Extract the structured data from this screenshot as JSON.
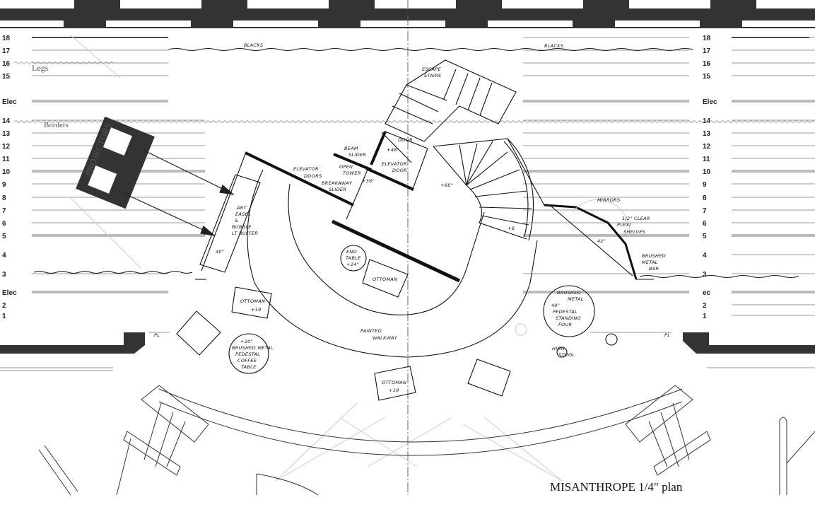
{
  "lineset_labels": {
    "left": [
      "18",
      "17",
      "16",
      "15",
      "Elec",
      "14",
      "13",
      "12",
      "11",
      "10",
      "9",
      "8",
      "7",
      "6",
      "5",
      "4",
      "3",
      "Elec",
      "2",
      "1"
    ],
    "right": [
      "18",
      "17",
      "16",
      "15",
      "Elec",
      "14",
      "13",
      "12",
      "11",
      "10",
      "9",
      "8",
      "7",
      "6",
      "5",
      "4",
      "3",
      "ec",
      "2",
      "1"
    ]
  },
  "drapery": {
    "blacks_left": "BLACKS",
    "blacks_right": "BLACKS",
    "legs": "Legs",
    "borders": "Borders"
  },
  "projectors": {
    "label": "PROJECTORS"
  },
  "notes": {
    "escape_stairs": [
      "ESCAPE",
      "STAIRS"
    ],
    "elevator_doors": [
      "ELEVATOR",
      "DOORS"
    ],
    "beam_slider": [
      "BEAM",
      "SLIDER"
    ],
    "plus48": "+48\"",
    "door": "DOOR",
    "elevator_door": [
      "ELEVATOR",
      "DOOR"
    ],
    "open_tower": [
      "OPEN",
      "TOWER"
    ],
    "breakaway_slider": [
      "BREAKAWAY",
      "SLIDER"
    ],
    "plus36": "+36\"",
    "plus66": "+66\"",
    "plus8": "+8",
    "art_easel": [
      "ART",
      "EASEL",
      "&",
      "BUBBLE",
      "LT BUFFER"
    ],
    "forty": "40\"",
    "mirrors": "MIRRORS",
    "plexi": [
      "1/2\" CLEAR",
      "PLEXI",
      "SHELVES"
    ],
    "fortytwo": "42\"",
    "metal_bar": [
      "BRUSHED",
      "METAL",
      "BAR"
    ],
    "end_table": [
      "END",
      "TABLE",
      "+24\""
    ],
    "ottoman_center": "OTTOMAN",
    "ottoman_left": [
      "OTTOMAN",
      "+19"
    ],
    "ottoman_bottom": [
      "OTTOMAN",
      "+19"
    ],
    "painted_walkway": [
      "PAINTED",
      "WALKWAY"
    ],
    "coffee_table": [
      "+20\"",
      "BRUSHED METAL",
      "PEDESTAL",
      "COFFEE",
      "TABLE"
    ],
    "standing_fixture": [
      "BRUSHED",
      "METAL",
      "40\"",
      "PEDESTAL",
      "STANDING",
      "FOUR"
    ],
    "high_stool": [
      "HIGH",
      "STOOL"
    ],
    "pl_left": "PL",
    "pl_right": "PL"
  },
  "title": "MISANTHROPE 1/4\" plan"
}
